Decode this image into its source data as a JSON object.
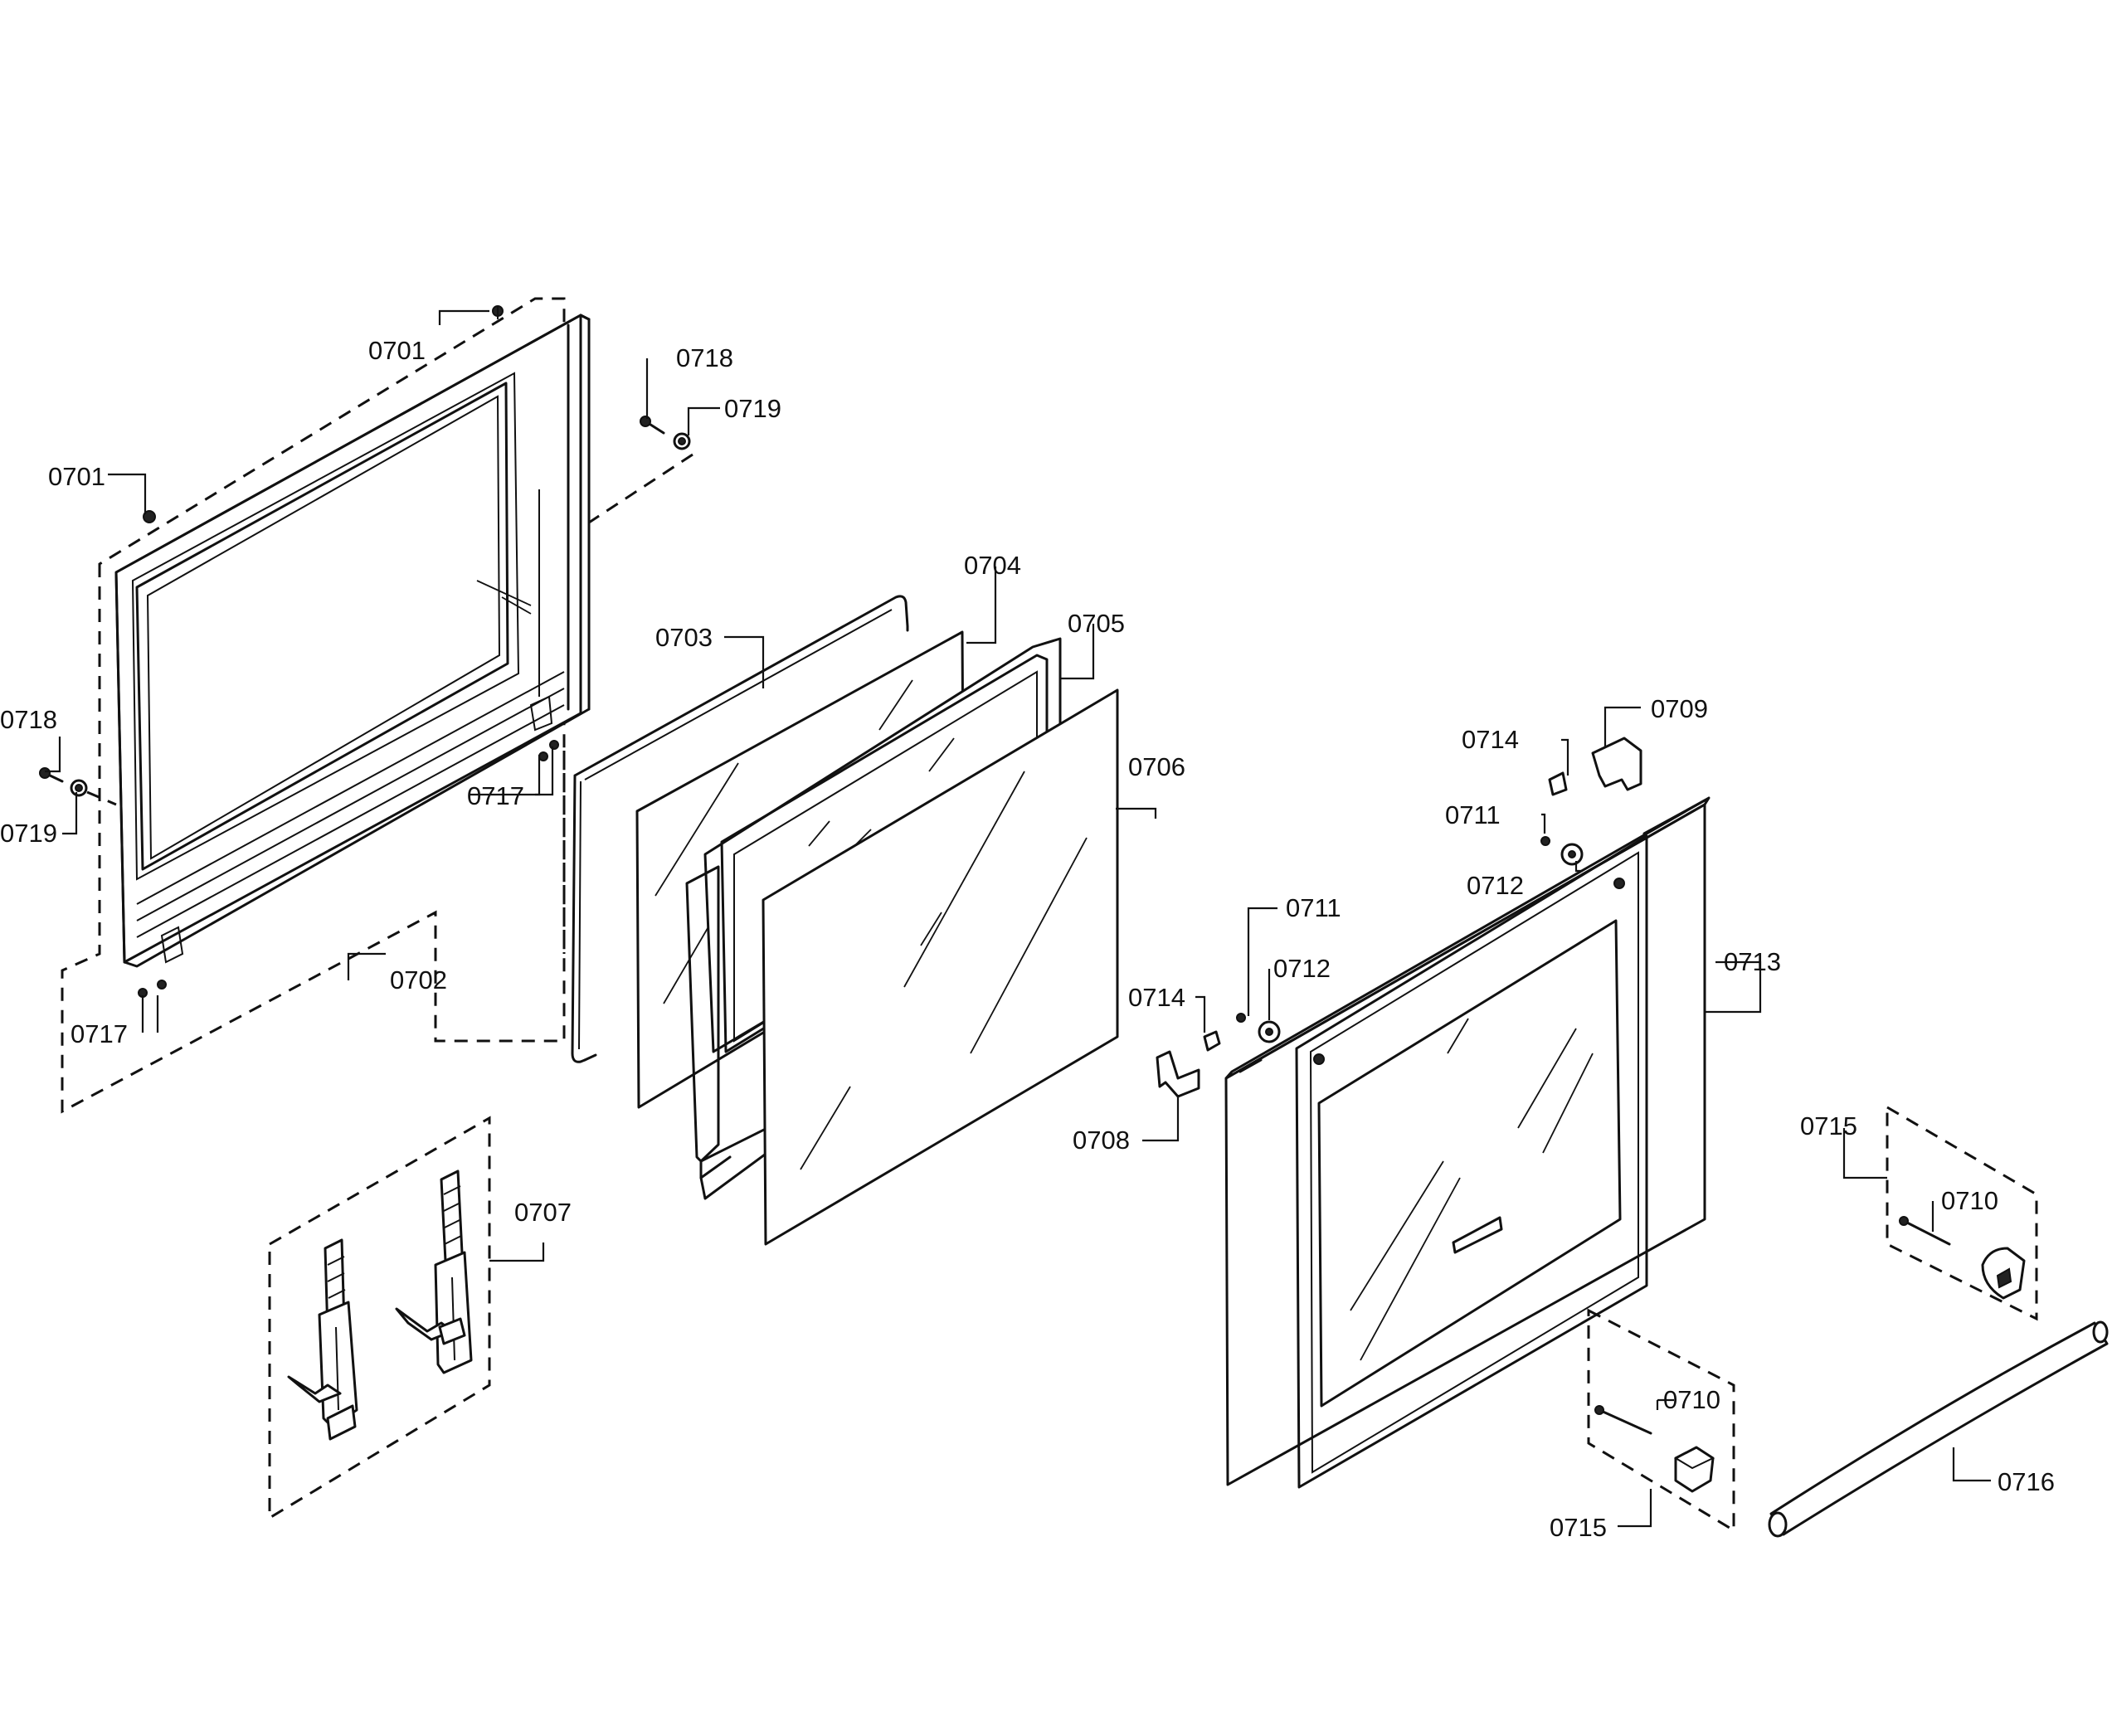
{
  "labels": {
    "l0701a": "0701",
    "l0701b": "0701",
    "l0718a": "0718",
    "l0719a": "0719",
    "l0718b": "0718",
    "l0719b": "0719",
    "l0717a": "0717",
    "l0717b": "0717",
    "l0702": "0702",
    "l0703": "0703",
    "l0704": "0704",
    "l0705": "0705",
    "l0706": "0706",
    "l0707": "0707",
    "l0708": "0708",
    "l0709": "0709",
    "l0714a": "0714",
    "l0711a": "0711",
    "l0712a": "0712",
    "l0711b": "0711",
    "l0712b": "0712",
    "l0714b": "0714",
    "l0713": "0713",
    "l0715a": "0715",
    "l0710a": "0710",
    "l0710b": "0710",
    "l0715b": "0715",
    "l0716": "0716"
  }
}
